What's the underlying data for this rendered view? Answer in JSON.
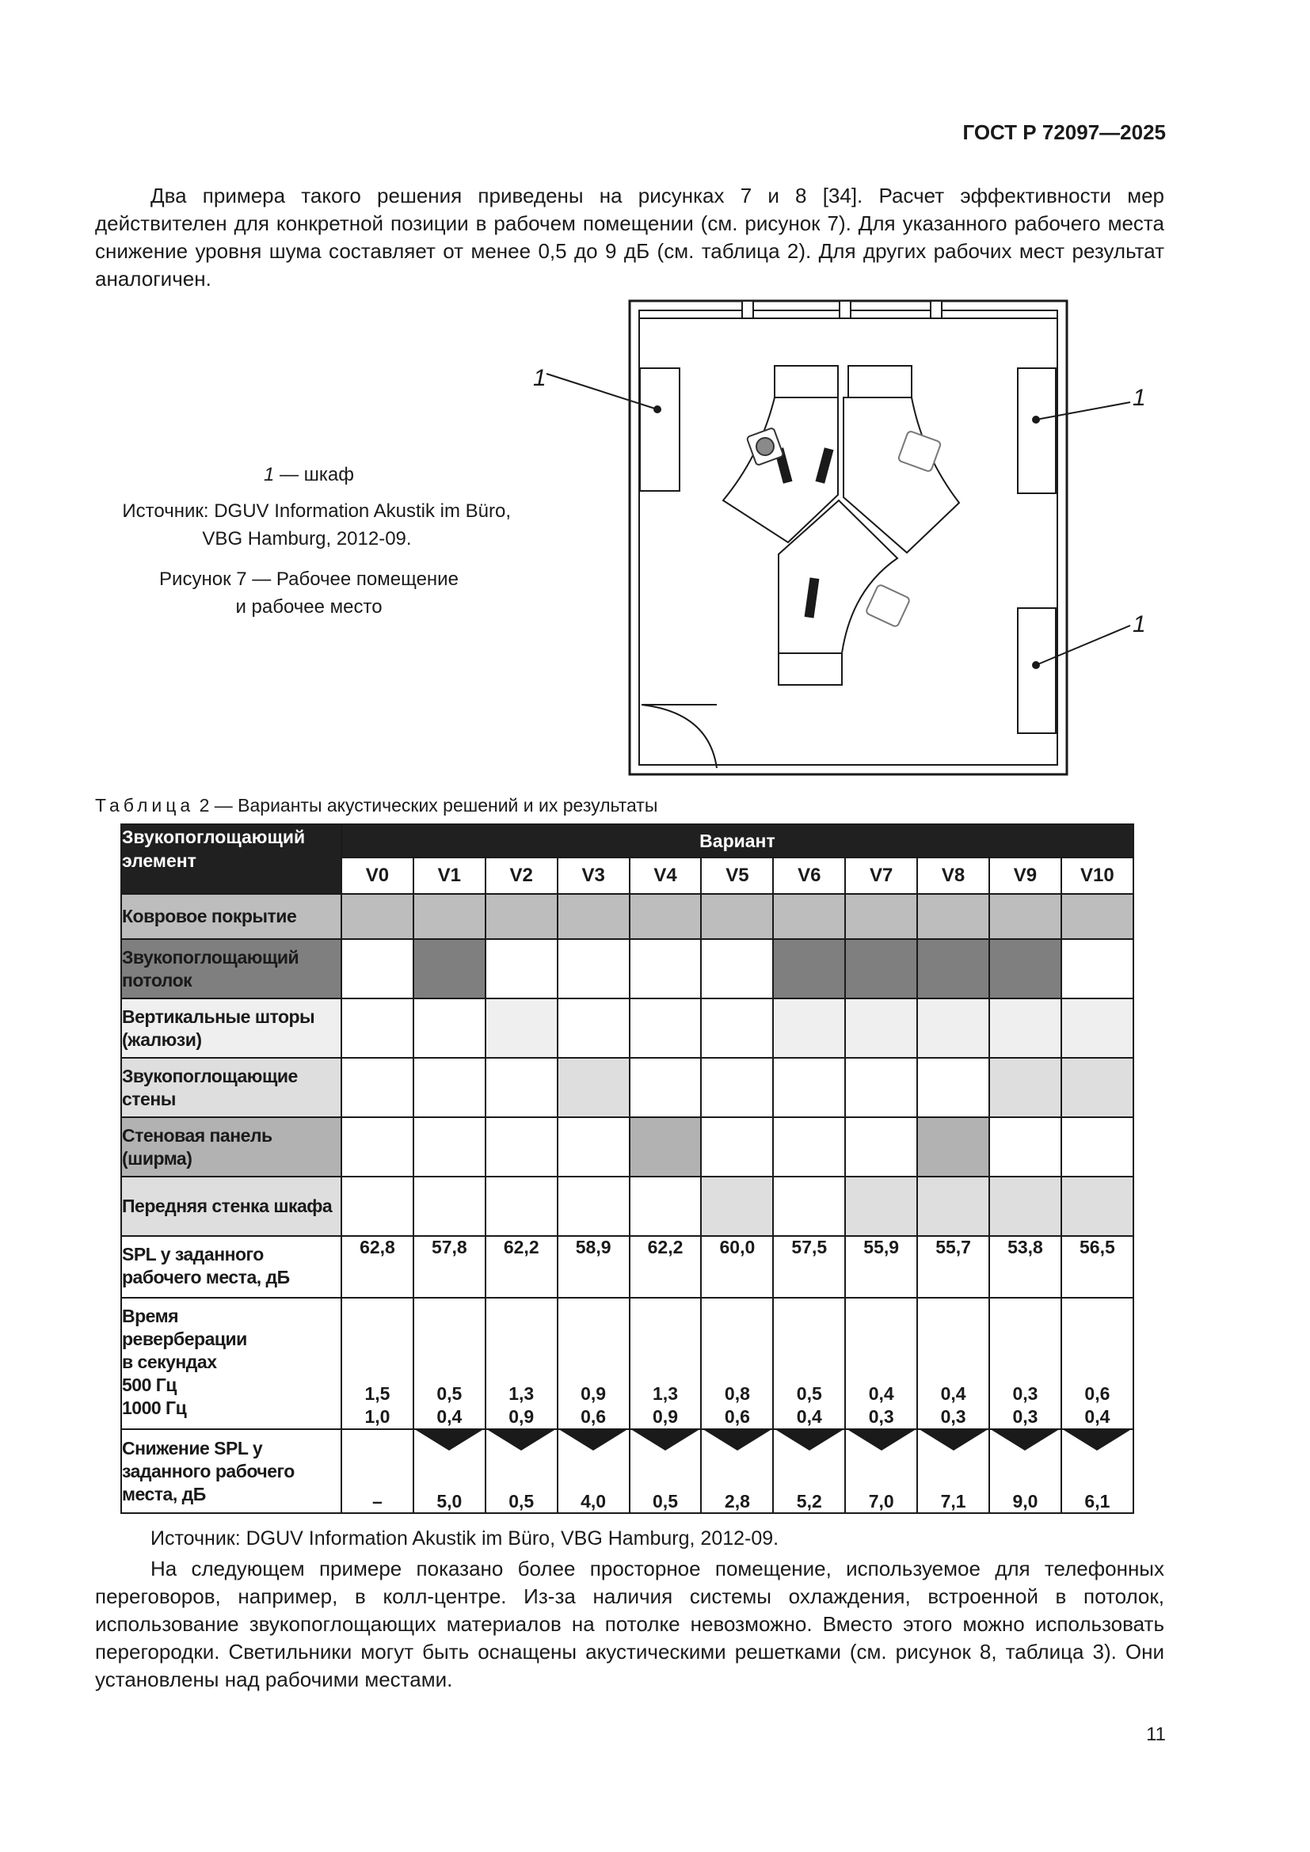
{
  "header": {
    "standard": "ГОСТ Р 72097—2025"
  },
  "intro": "Два примера такого решения приведены на рисунках 7 и 8 [34]. Расчет эффективности мер действителен для конкретной позиции в рабочем помещении (см. рисунок 7). Для указанного рабочего места снижение уровня шума составляет  от менее 0,5 до 9 дБ (см. таблица 2). Для других рабочих мест результат аналогичен.",
  "figure": {
    "legend_num": "1",
    "legend_text": " — шкаф",
    "source": "Источник: DGUV Information Akustik im Büro, VBG Hamburg, 2012-09.",
    "caption_line1": "Рисунок 7 — Рабочее помещение",
    "caption_line2": "и  рабочее место",
    "callouts": [
      "1",
      "1",
      "1"
    ]
  },
  "table": {
    "label_spaced": "Таблица",
    "label_rest": " 2 — Варианты акустических решений и их результаты",
    "corner": "Звукопоглощающий элемент",
    "group_header": "Вариант",
    "variants": [
      "V0",
      "V1",
      "V2",
      "V3",
      "V4",
      "V5",
      "V6",
      "V7",
      "V8",
      "V9",
      "V10"
    ],
    "element_rows": [
      {
        "label": "Ковровое покрытие",
        "label_tone": "c3",
        "tones": [
          "c3",
          "c3",
          "c3",
          "c3",
          "c3",
          "c3",
          "c3",
          "c3",
          "c3",
          "c3",
          "c3"
        ]
      },
      {
        "label": "Звукопоглощающий потолок",
        "label_tone": "c4",
        "tones": [
          "c0",
          "c4",
          "c0",
          "c0",
          "c0",
          "c0",
          "c4",
          "c4",
          "c4",
          "c4",
          "c0"
        ]
      },
      {
        "label": "Вертикальные шторы (жалюзи)",
        "label_tone": "c1",
        "tones": [
          "c0",
          "c0",
          "c1",
          "c0",
          "c0",
          "c0",
          "c1",
          "c1",
          "c1",
          "c1",
          "c1"
        ]
      },
      {
        "label": "Звукопоглощающие стены",
        "label_tone": "c2",
        "tones": [
          "c0",
          "c0",
          "c0",
          "c2",
          "c0",
          "c0",
          "c0",
          "c0",
          "c0",
          "c2",
          "c2"
        ]
      },
      {
        "label": "Стеновая панель (ширма)",
        "label_tone": "c5",
        "tones": [
          "c0",
          "c0",
          "c0",
          "c0",
          "c5",
          "c0",
          "c0",
          "c0",
          "c5",
          "c0",
          "c0"
        ]
      },
      {
        "label": "Передняя стенка шкафа",
        "label_tone": "c2",
        "tones": [
          "c0",
          "c0",
          "c0",
          "c0",
          "c0",
          "c2",
          "c0",
          "c2",
          "c2",
          "c2",
          "c2"
        ]
      }
    ],
    "spl_label": "SPL у заданного рабочего места, дБ",
    "spl": [
      "62,8",
      "57,8",
      "62,2",
      "58,9",
      "62,2",
      "60,0",
      "57,5",
      "55,9",
      "55,7",
      "53,8",
      "56,5"
    ],
    "rt_label_line1": "Время",
    "rt_label_line2": "реверберации",
    "rt_label_line3": "в  секундах",
    "rt_label_line4": "500 Гц",
    "rt_label_line5": "1000 Гц",
    "rt500": [
      "1,5",
      "0,5",
      "1,3",
      "0,9",
      "1,3",
      "0,8",
      "0,5",
      "0,4",
      "0,4",
      "0,3",
      "0,6"
    ],
    "rt1000": [
      "1,0",
      "0,4",
      "0,9",
      "0,6",
      "0,9",
      "0,6",
      "0,4",
      "0,3",
      "0,3",
      "0,3",
      "0,4"
    ],
    "red_label": "Снижение SPL у  заданного рабочего  места, дБ",
    "reduction": [
      "–",
      "5,0",
      "0,5",
      "4,0",
      "0,5",
      "2,8",
      "5,2",
      "7,0",
      "7,1",
      "9,0",
      "6,1"
    ]
  },
  "source_after_table": "Источник: DGUV Information Akustik im Büro, VBG Hamburg, 2012-09.",
  "closing": "На следующем примере показано более просторное помещение, используемое для телефонных переговоров, например, в колл-центре. Из-за наличия системы охлаждения, встроенной в потолок, использование звукопоглощающих материалов на потолке невозможно. Вместо этого можно использовать перегородки. Светильники могут быть оснащены акустическими решетками (см. рисунок 8, таблица 3). Они установлены над рабочими местами.",
  "page_number": "11"
}
